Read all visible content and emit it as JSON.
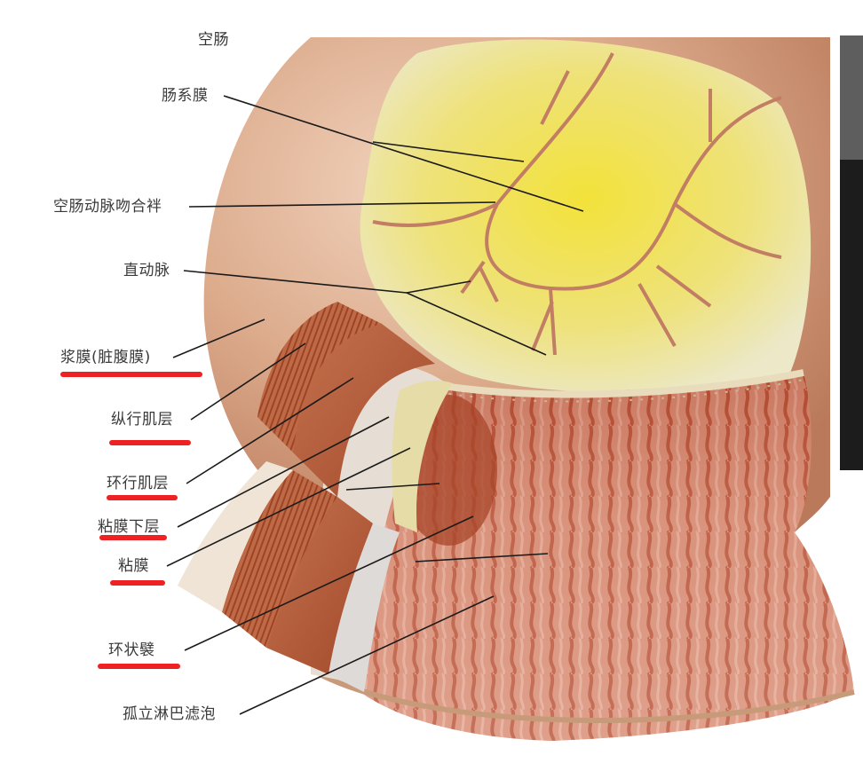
{
  "title": "空肠",
  "labels": {
    "mesentery": "肠系膜",
    "arterial_arcades": "空肠动脉吻合袢",
    "vasa_recta": "直动脉",
    "serosa": "浆膜(脏腹膜)",
    "longitudinal_muscle": "纵行肌层",
    "circular_muscle": "环行肌层",
    "submucosa": "粘膜下层",
    "mucosa": "粘膜",
    "circular_folds": "环状襞",
    "lymph_follicles": "孤立淋巴滤泡"
  },
  "highlighted_labels": [
    "浆膜(脏腹膜)",
    "纵行肌层",
    "环行肌层",
    "粘膜下层",
    "粘膜",
    "环状襞"
  ],
  "colors": {
    "underline": "#ee2222",
    "serosa": "#d9a584",
    "mesentery_fat": "#f2e24a",
    "muscle": "#b8613f",
    "mucosa": "#d98a72",
    "leader_line": "#1a1a1a"
  }
}
